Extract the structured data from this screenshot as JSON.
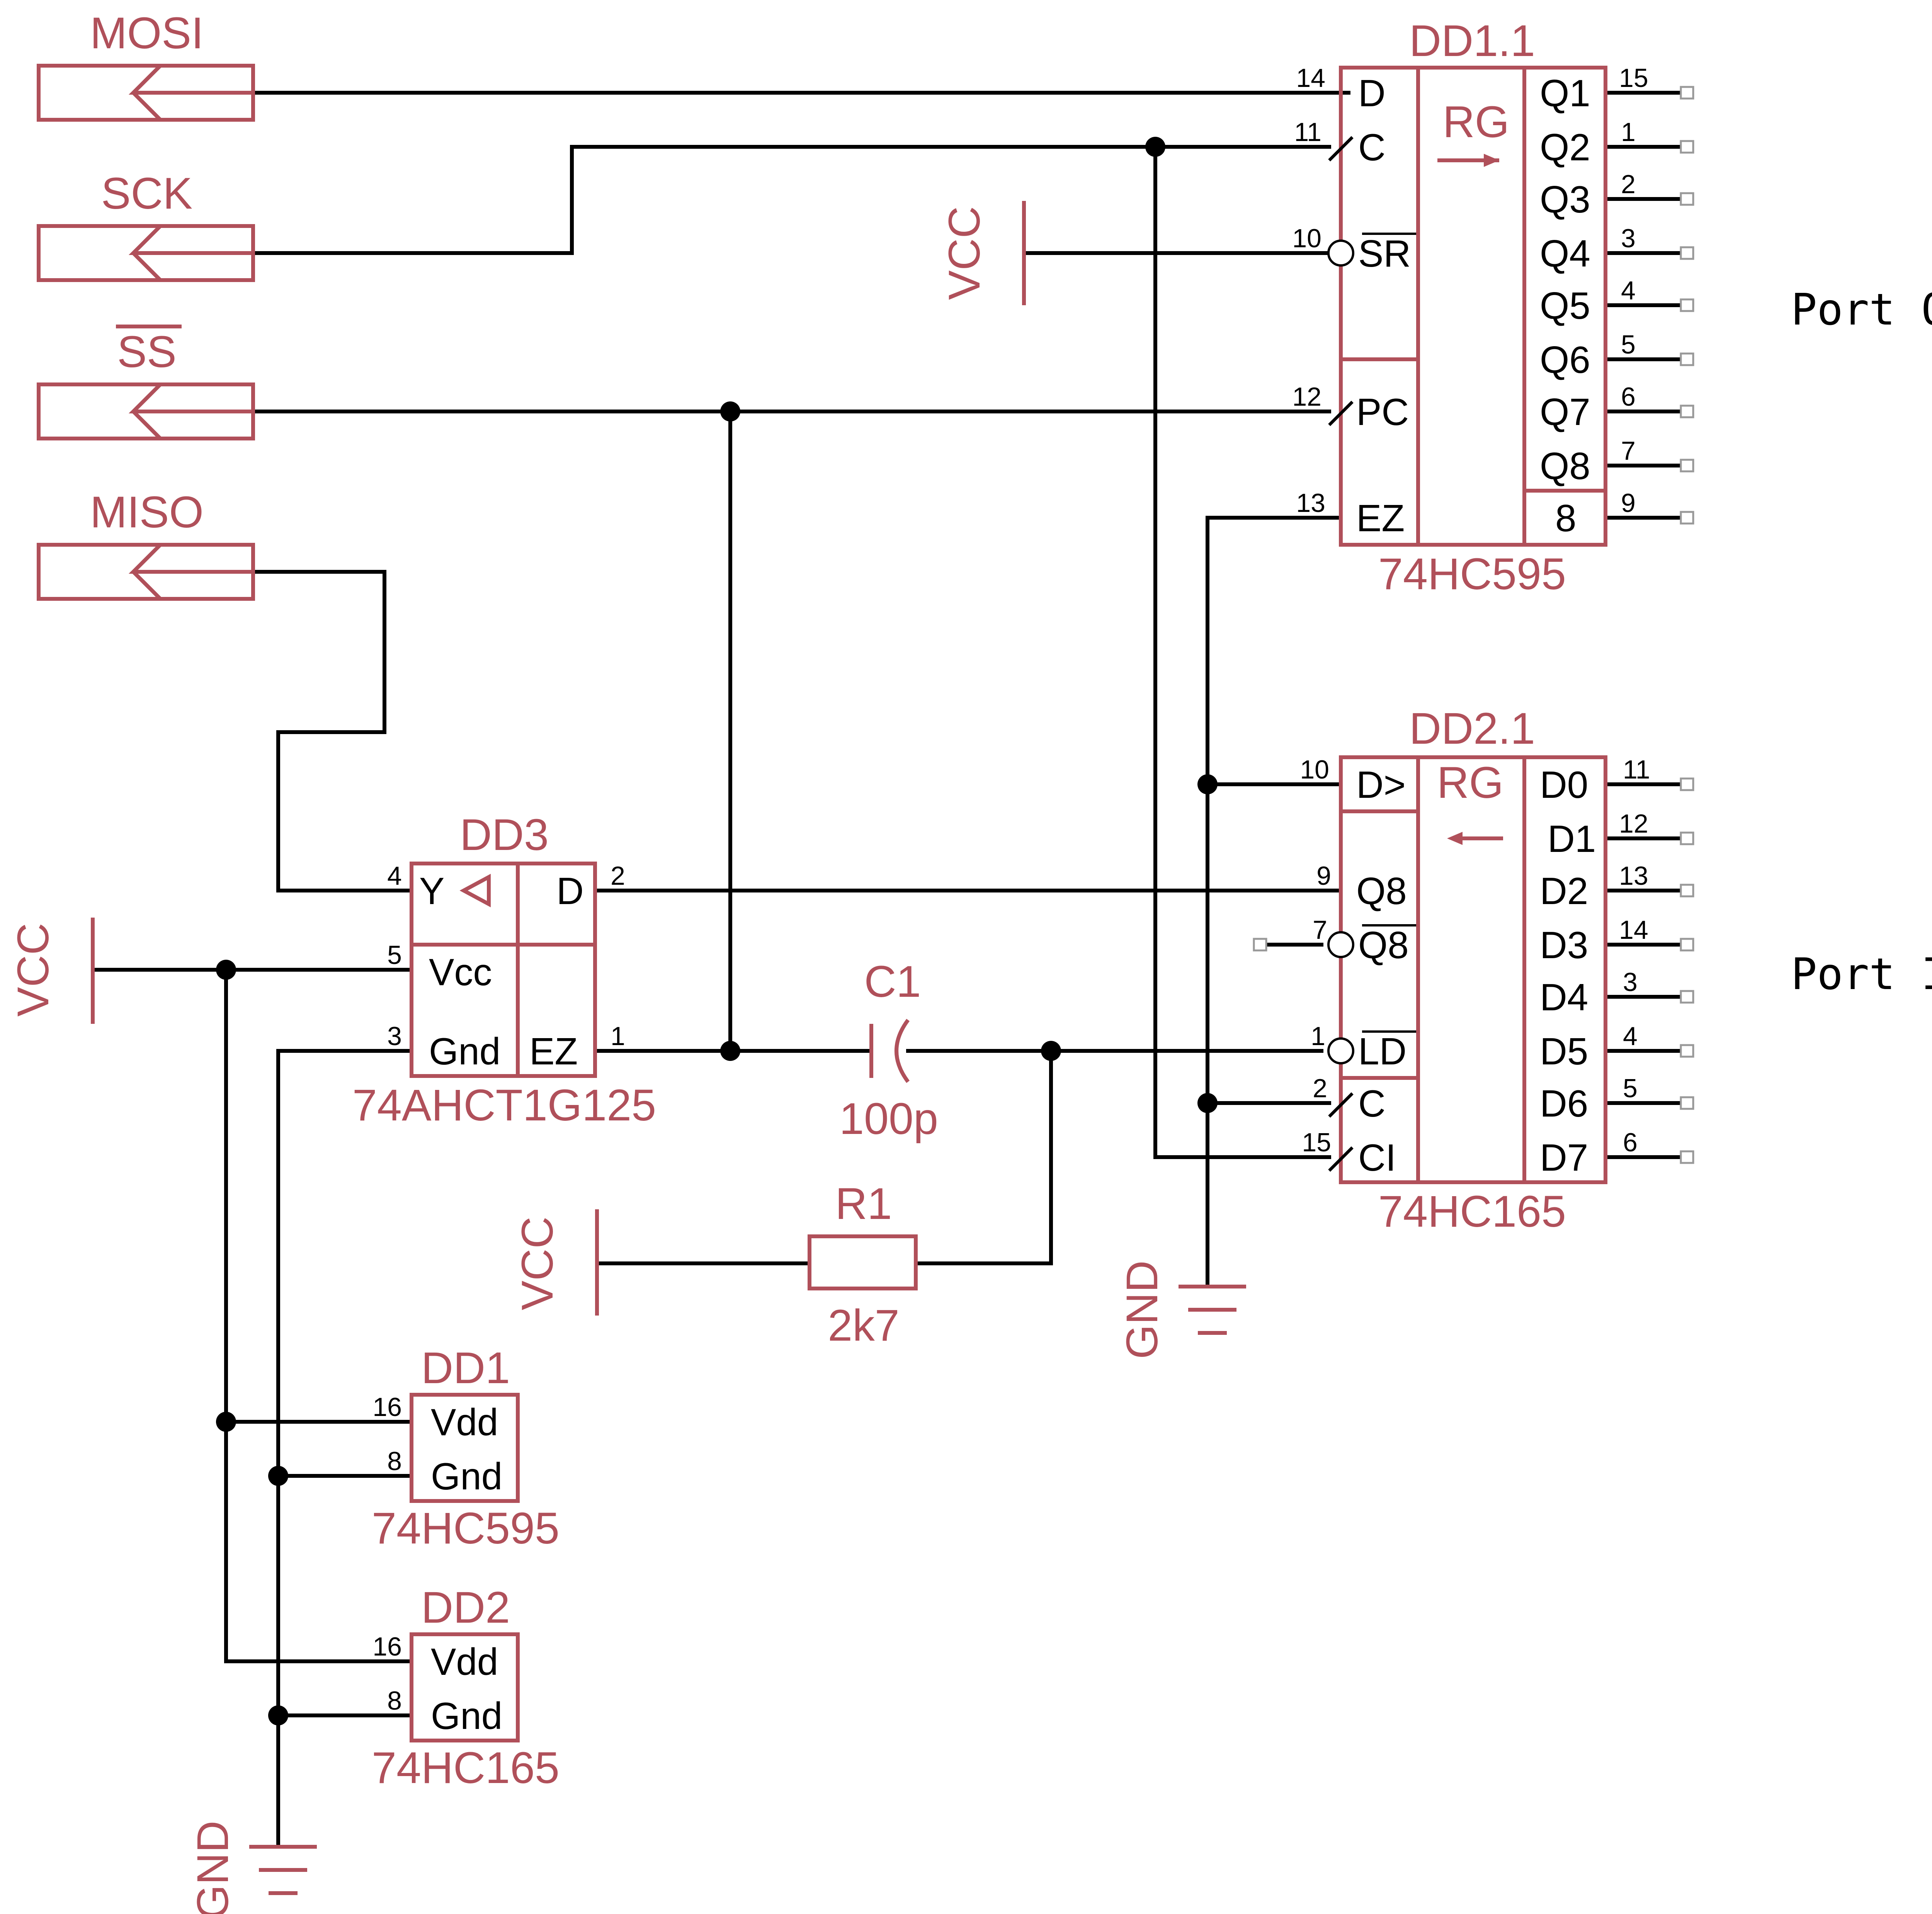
{
  "ports": {
    "mosi": "MOSI",
    "sck": "SCK",
    "ss": "SS",
    "miso": "MISO"
  },
  "power": {
    "vcc": "VCC",
    "gnd": "GND"
  },
  "dd11": {
    "name": "DD1.1",
    "part": "74HC595",
    "func": "RG",
    "left": [
      {
        "num": "14",
        "label": "D"
      },
      {
        "num": "11",
        "label": "C"
      },
      {
        "num": "10",
        "label": "SR"
      },
      {
        "num": "12",
        "label": "PC"
      },
      {
        "num": "13",
        "label": "EZ"
      }
    ],
    "right": [
      {
        "label": "Q1",
        "num": "15"
      },
      {
        "label": "Q2",
        "num": "1"
      },
      {
        "label": "Q3",
        "num": "2"
      },
      {
        "label": "Q4",
        "num": "3"
      },
      {
        "label": "Q5",
        "num": "4"
      },
      {
        "label": "Q6",
        "num": "5"
      },
      {
        "label": "Q7",
        "num": "6"
      },
      {
        "label": "Q8",
        "num": "7"
      },
      {
        "label": "8",
        "num": "9"
      }
    ]
  },
  "dd21": {
    "name": "DD2.1",
    "part": "74HC165",
    "func": "RG",
    "left": [
      {
        "num": "10",
        "label": "D>"
      },
      {
        "num": "9",
        "label": "Q8"
      },
      {
        "num": "7",
        "label": "Q8"
      },
      {
        "num": "1",
        "label": "LD"
      },
      {
        "num": "2",
        "label": "C"
      },
      {
        "num": "15",
        "label": "CI"
      }
    ],
    "right": [
      {
        "label": "D0",
        "num": "11"
      },
      {
        "label": "D1",
        "num": "12"
      },
      {
        "label": "D2",
        "num": "13"
      },
      {
        "label": "D3",
        "num": "14"
      },
      {
        "label": "D4",
        "num": "3"
      },
      {
        "label": "D5",
        "num": "4"
      },
      {
        "label": "D6",
        "num": "5"
      },
      {
        "label": "D7",
        "num": "6"
      }
    ]
  },
  "dd3": {
    "name": "DD3",
    "part": "74AHCT1G125",
    "pins": [
      {
        "num": "4",
        "label": "Y"
      },
      {
        "num": "5",
        "label": "Vcc"
      },
      {
        "num": "3",
        "label": "Gnd"
      },
      {
        "num": "2",
        "label": "D"
      },
      {
        "num": "1",
        "label": "EZ"
      }
    ]
  },
  "dd1": {
    "name": "DD1",
    "part": "74HC595",
    "pins": [
      {
        "num": "16",
        "label": "Vdd"
      },
      {
        "num": "8",
        "label": "Gnd"
      }
    ]
  },
  "dd2": {
    "name": "DD2",
    "part": "74HC165",
    "pins": [
      {
        "num": "16",
        "label": "Vdd"
      },
      {
        "num": "8",
        "label": "Gnd"
      }
    ]
  },
  "c1": {
    "name": "C1",
    "value": "100p"
  },
  "r1": {
    "name": "R1",
    "value": "2k7"
  },
  "port_out": "Port Out",
  "port_in": "Port In"
}
